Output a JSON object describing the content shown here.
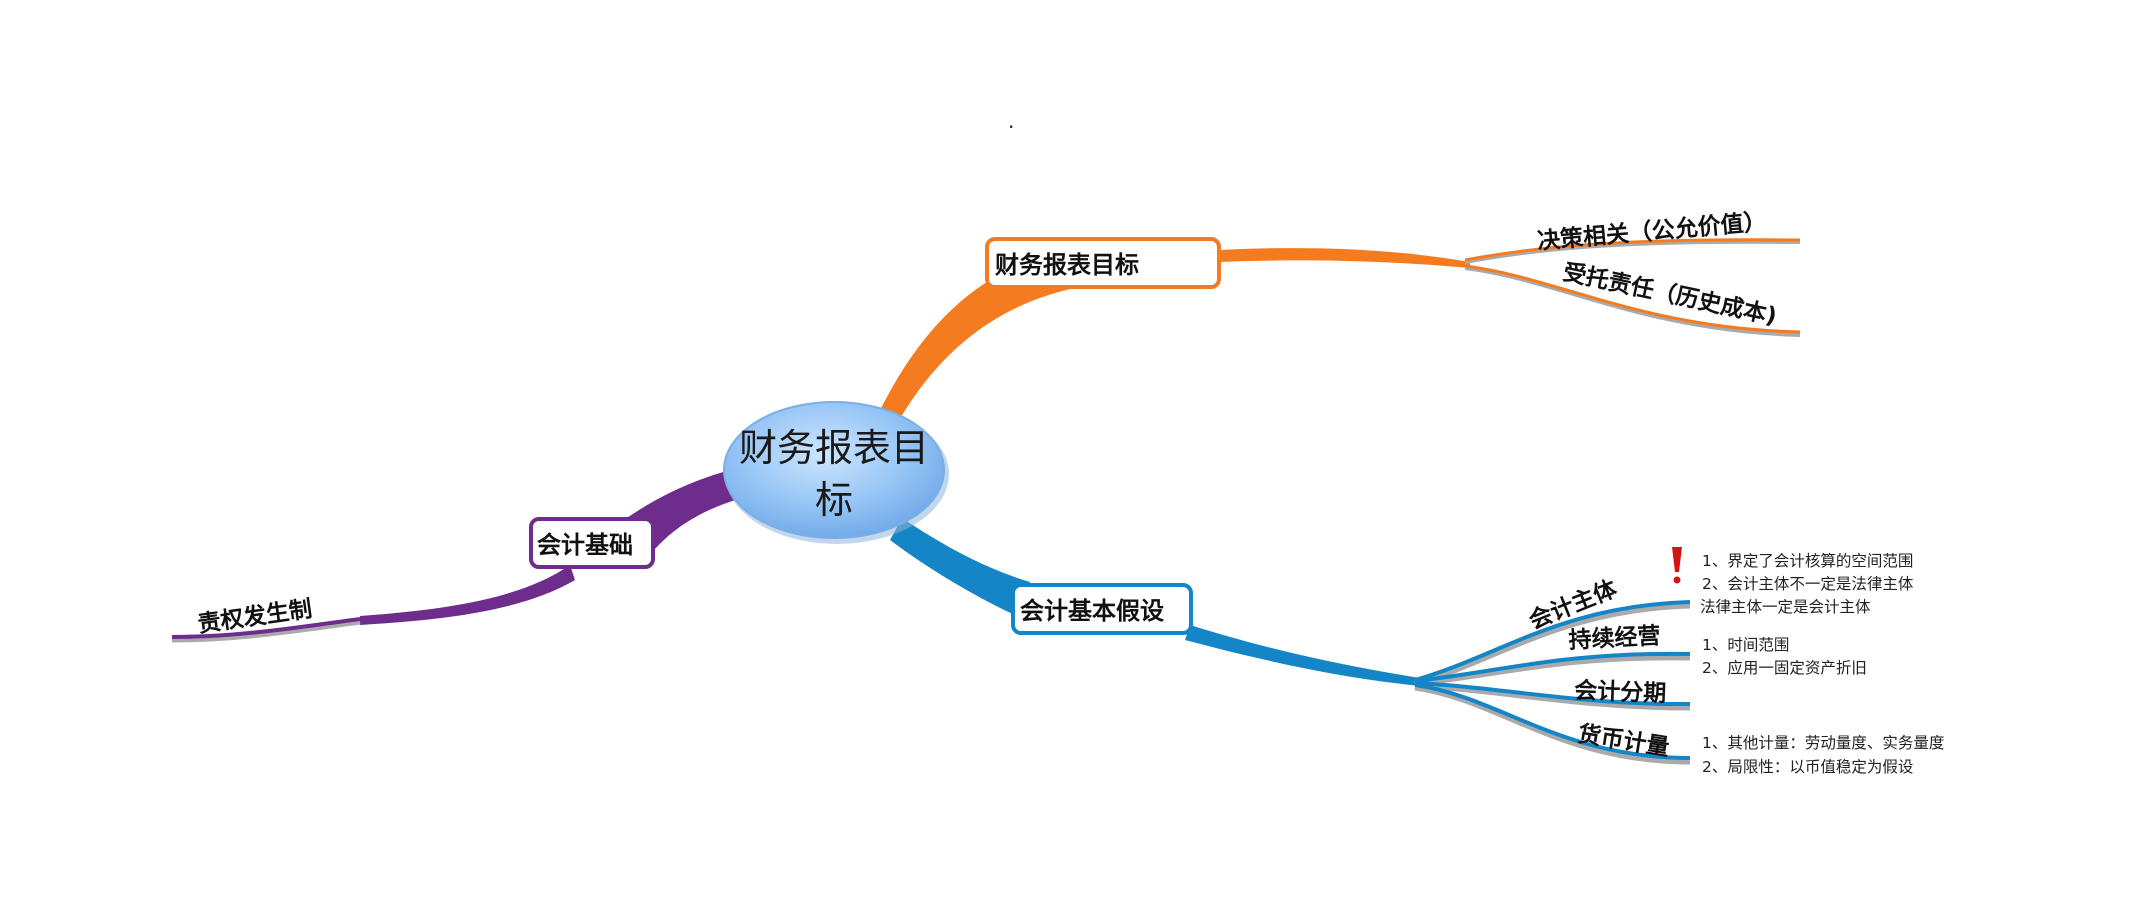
{
  "top_mark": ".",
  "central": {
    "line1": "财务报表目",
    "line2": "标"
  },
  "branches": {
    "objective": {
      "label": "财务报表目标",
      "color": "#f47b20",
      "children": [
        "决策相关（公允价值）",
        "受托责任（历史成本)"
      ]
    },
    "basis": {
      "label": "会计基础",
      "color": "#6e2c8c",
      "children": [
        "责权发生制"
      ]
    },
    "assumptions": {
      "label": "会计基本假设",
      "color": "#1486c8",
      "children": [
        {
          "label": "会计主体",
          "notes": [
            "1、界定了会计核算的空间范围",
            "2、会计主体不一定是法律主体",
            "法律主体一定是会计主体"
          ],
          "flag": "!"
        },
        {
          "label": "持续经营",
          "notes": [
            "1、时间范围",
            "2、应用一固定资产折旧"
          ]
        },
        {
          "label": "会计分期",
          "notes": []
        },
        {
          "label": "货币计量",
          "notes": [
            "1、其他计量：劳动量度、实务量度",
            "2、局限性：以币值稳定为假设"
          ]
        }
      ]
    }
  }
}
